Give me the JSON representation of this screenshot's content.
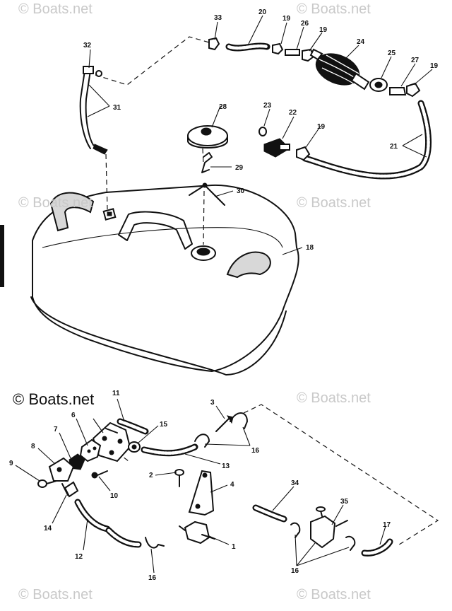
{
  "watermark_text": "© Boats.net",
  "callouts": [
    {
      "id": "c1",
      "text": "1"
    },
    {
      "id": "c2",
      "text": "2"
    },
    {
      "id": "c3",
      "text": "3"
    },
    {
      "id": "c4",
      "text": "4"
    },
    {
      "id": "c6",
      "text": "6"
    },
    {
      "id": "c7",
      "text": "7"
    },
    {
      "id": "c8",
      "text": "8"
    },
    {
      "id": "c9",
      "text": "9"
    },
    {
      "id": "c10",
      "text": "10"
    },
    {
      "id": "c11",
      "text": "11"
    },
    {
      "id": "c12",
      "text": "12"
    },
    {
      "id": "c13",
      "text": "13"
    },
    {
      "id": "c14",
      "text": "14"
    },
    {
      "id": "c15",
      "text": "15"
    },
    {
      "id": "c16a",
      "text": "16"
    },
    {
      "id": "c16b",
      "text": "16"
    },
    {
      "id": "c16c",
      "text": "16"
    },
    {
      "id": "c17",
      "text": "17"
    },
    {
      "id": "c18",
      "text": "18"
    },
    {
      "id": "c19a",
      "text": "19"
    },
    {
      "id": "c19b",
      "text": "19"
    },
    {
      "id": "c19c",
      "text": "19"
    },
    {
      "id": "c19d",
      "text": "19"
    },
    {
      "id": "c20",
      "text": "20"
    },
    {
      "id": "c21",
      "text": "21"
    },
    {
      "id": "c22",
      "text": "22"
    },
    {
      "id": "c23",
      "text": "23"
    },
    {
      "id": "c24",
      "text": "24"
    },
    {
      "id": "c25",
      "text": "25"
    },
    {
      "id": "c26",
      "text": "26"
    },
    {
      "id": "c27",
      "text": "27"
    },
    {
      "id": "c28",
      "text": "28"
    },
    {
      "id": "c29",
      "text": "29"
    },
    {
      "id": "c30",
      "text": "30"
    },
    {
      "id": "c31",
      "text": "31"
    },
    {
      "id": "c32",
      "text": "32"
    },
    {
      "id": "c33",
      "text": "33"
    },
    {
      "id": "c34",
      "text": "34"
    },
    {
      "id": "c35",
      "text": "35"
    }
  ]
}
